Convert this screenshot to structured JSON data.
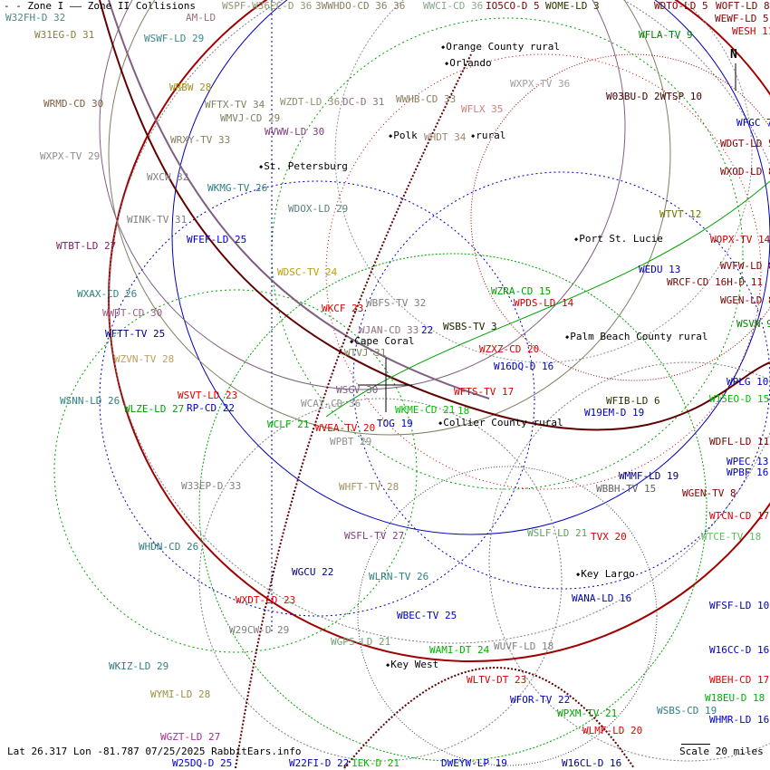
{
  "legend": {
    "zone1": "Zone I",
    "zone2": "Zone II",
    "collisions": "Collisions"
  },
  "footer": {
    "location": "Lat 26.317 Lon -81.787 07/25/2025 RabbitEars.info",
    "scale": "Scale 20 miles"
  },
  "north_label": "N",
  "cities": [
    "Orange County rural",
    "Orlando",
    "Polk",
    "rural",
    "St. Petersburg",
    "Port St. Lucie",
    "Cape Coral",
    "Palm Beach County rural",
    "Collier County rural",
    "Key Largo",
    "Key West"
  ],
  "stations": [
    {
      "label": "W32FH-D 32",
      "color": "#4a8a8a"
    },
    {
      "label": "W31EG-D 31",
      "color": "#8a8040"
    },
    {
      "label": "WSWF-LD 29",
      "color": "#3a8a8a"
    },
    {
      "label": "AM-LD",
      "color": "#9a7080"
    },
    {
      "label": "WSPF-W36EC-D 36",
      "color": "#8a9a70"
    },
    {
      "label": "3WWHDO-CD 36 36",
      "color": "#8a8060"
    },
    {
      "label": "WWCI-CD 36",
      "color": "#8aaa8a"
    },
    {
      "label": "IO5CO-D 5",
      "color": "#800000"
    },
    {
      "label": "WOME-LD 3",
      "color": "#303000"
    },
    {
      "label": "WDTO-LD 5",
      "color": "#800000"
    },
    {
      "label": "WOFT-LD 8",
      "color": "#800000"
    },
    {
      "label": "WEWF-LD 5",
      "color": "#800000"
    },
    {
      "label": "WESH 11",
      "color": "#c00000"
    },
    {
      "label": "WFLA-TV 9",
      "color": "#008000"
    },
    {
      "label": "WRBW 28",
      "color": "#a09020"
    },
    {
      "label": "WRMD-CD 30",
      "color": "#806040"
    },
    {
      "label": "WFTX-TV 34",
      "color": "#808060"
    },
    {
      "label": "WZDT-LD 36",
      "color": "#909070"
    },
    {
      "label": "DC-D 31",
      "color": "#907080"
    },
    {
      "label": "WWHB-CD 33",
      "color": "#8a8060"
    },
    {
      "label": "WXPX-TV 36",
      "color": "#a0a0a0"
    },
    {
      "label": "W03BU-D 2WTSP 10",
      "color": "#400000"
    },
    {
      "label": "WMVJ-CD 29",
      "color": "#808060"
    },
    {
      "label": "WFLX 35",
      "color": "#d08080"
    },
    {
      "label": "WFGC 7",
      "color": "#0000c0"
    },
    {
      "label": "WVWW-LD 30",
      "color": "#804080"
    },
    {
      "label": "WHDT 34",
      "color": "#9a8a70"
    },
    {
      "label": "WRXY-TV 33",
      "color": "#8a8060"
    },
    {
      "label": "WDGT-LD 5",
      "color": "#800000"
    },
    {
      "label": "WXPX-TV 29",
      "color": "#909090"
    },
    {
      "label": "WXOD-LD 8",
      "color": "#800000"
    },
    {
      "label": "WXCW 32",
      "color": "#808080"
    },
    {
      "label": "WKMG-TV 26",
      "color": "#308080"
    },
    {
      "label": "WDOX-LD 29",
      "color": "#608080"
    },
    {
      "label": "WTVT 12",
      "color": "#707000"
    },
    {
      "label": "WINK-TV 31",
      "color": "#808080"
    },
    {
      "label": "WFEF-LD 25",
      "color": "#0000c0"
    },
    {
      "label": "WOPX-TV 14",
      "color": "#c00000"
    },
    {
      "label": "WTBT-LD 27",
      "color": "#802060"
    },
    {
      "label": "WVFW-LD 8",
      "color": "#800000"
    },
    {
      "label": "WEDU 13",
      "color": "#0000c0"
    },
    {
      "label": "WRCF-CD 16H-D 11",
      "color": "#800000"
    },
    {
      "label": "WDSC-TV 24",
      "color": "#c0a000"
    },
    {
      "label": "WZRA-CD 15",
      "color": "#00a000"
    },
    {
      "label": "WXAX-CD 26",
      "color": "#308080"
    },
    {
      "label": "WGEN-LD 8",
      "color": "#800000"
    },
    {
      "label": "WPDS-LD 14",
      "color": "#d00000"
    },
    {
      "label": "WBFS-TV 32",
      "color": "#808080"
    },
    {
      "label": "WKCF 23",
      "color": "#e00000"
    },
    {
      "label": "WWDT-CD 30",
      "color": "#a06080"
    },
    {
      "label": "WSVN 9",
      "color": "#008000"
    },
    {
      "label": "WSBS-TV 3",
      "color": "#202000"
    },
    {
      "label": "WJAN-CD 33",
      "color": "#907080"
    },
    {
      "label": "22",
      "color": "#0000c0"
    },
    {
      "label": "WFTT-TV 25",
      "color": "#000080"
    },
    {
      "label": "WTVJ 31",
      "color": "#808060"
    },
    {
      "label": "WZXZ-CD 20",
      "color": "#e00000"
    },
    {
      "label": "WZVN-TV 28",
      "color": "#c0a060"
    },
    {
      "label": "W16DQ-D 16",
      "color": "#0000c0"
    },
    {
      "label": "WPLG 10",
      "color": "#0000c0"
    },
    {
      "label": "WSCV 30",
      "color": "#806080"
    },
    {
      "label": "WFTS-TV 17",
      "color": "#e00000"
    },
    {
      "label": "WSVT-LD 23",
      "color": "#e00000"
    },
    {
      "label": "W15EO-D 15",
      "color": "#00c000"
    },
    {
      "label": "WFIB-LD 6",
      "color": "#303000"
    },
    {
      "label": "WSNN-LD 26",
      "color": "#308080"
    },
    {
      "label": "WCAY-CD 36",
      "color": "#909090"
    },
    {
      "label": "WKME-CD 21",
      "color": "#00c000"
    },
    {
      "label": "18",
      "color": "#00c000"
    },
    {
      "label": "WLZE-LD 27",
      "color": "#00a000"
    },
    {
      "label": "RP-CD 22",
      "color": "#0000c0"
    },
    {
      "label": "W19EM-D 19",
      "color": "#0000c0"
    },
    {
      "label": "WCLF 21",
      "color": "#00b000"
    },
    {
      "label": "TOG 19",
      "color": "#0000c0"
    },
    {
      "label": "WVEA-TV 20",
      "color": "#e00000"
    },
    {
      "label": "WDFL-LD 11",
      "color": "#800000"
    },
    {
      "label": "WPBT 29",
      "color": "#909090"
    },
    {
      "label": "WPEC 13",
      "color": "#0000c0"
    },
    {
      "label": "WPBF 16",
      "color": "#0000c0"
    },
    {
      "label": "WMMF-LD 19",
      "color": "#000080"
    },
    {
      "label": "W33EP-D 33",
      "color": "#808080"
    },
    {
      "label": "WHFT-TV 28",
      "color": "#a09060"
    },
    {
      "label": "WBBH-TV 15",
      "color": "#606060"
    },
    {
      "label": "WGEN-TV 8",
      "color": "#800000"
    },
    {
      "label": "WTCN-CD 17",
      "color": "#e00000"
    },
    {
      "label": "WSFL-TV 27",
      "color": "#804080"
    },
    {
      "label": "WSLF-LD 21",
      "color": "#60a060"
    },
    {
      "label": "TVX 20",
      "color": "#e00000"
    },
    {
      "label": "WTCE-TV 18",
      "color": "#60c060"
    },
    {
      "label": "WHDN-CD 26",
      "color": "#308080"
    },
    {
      "label": "WGCU 22",
      "color": "#000080"
    },
    {
      "label": "WLRN-TV 26",
      "color": "#308080"
    },
    {
      "label": "WANA-LD 16",
      "color": "#0000c0"
    },
    {
      "label": "WXDT-LD 23",
      "color": "#e00000"
    },
    {
      "label": "WFSF-LD 10",
      "color": "#0000c0"
    },
    {
      "label": "W29CW-D 29",
      "color": "#808080"
    },
    {
      "label": "WBEC-TV 25",
      "color": "#0000c0"
    },
    {
      "label": "WGPS-LD 21",
      "color": "#70a070"
    },
    {
      "label": "WAMI-DT 24",
      "color": "#00b000"
    },
    {
      "label": "WUVF-LD 18",
      "color": "#808080"
    },
    {
      "label": "W16CC-D 16",
      "color": "#0000c0"
    },
    {
      "label": "WKIZ-LD 29",
      "color": "#308080"
    },
    {
      "label": "WLTV-DT 23",
      "color": "#e00000"
    },
    {
      "label": "WBEH-CD 17",
      "color": "#e00000"
    },
    {
      "label": "WYMI-LD 28",
      "color": "#a09040"
    },
    {
      "label": "WFOR-TV 22",
      "color": "#0000c0"
    },
    {
      "label": "W18EU-D 18",
      "color": "#00b000"
    },
    {
      "label": "WPXM-TV 21",
      "color": "#00a000"
    },
    {
      "label": "WSBS-CD 19",
      "color": "#308080"
    },
    {
      "label": "WHMR-LD 16",
      "color": "#0000c0"
    },
    {
      "label": "WLMF-LD 20",
      "color": "#e00000"
    },
    {
      "label": "WGZT-LD 27",
      "color": "#a03090"
    },
    {
      "label": "W25DQ-D 25",
      "color": "#0000c0"
    },
    {
      "label": "W22FI-D 22",
      "color": "#0000c0"
    },
    {
      "label": "1EK-D 21",
      "color": "#00c000"
    },
    {
      "label": "DWEYW-LP 19",
      "color": "#0000c0"
    },
    {
      "label": "W16CL-D 16",
      "color": "#000080"
    }
  ]
}
